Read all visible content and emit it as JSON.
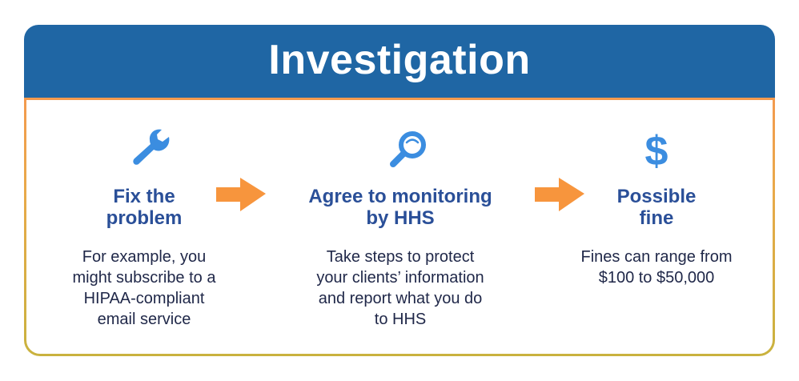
{
  "header": {
    "title": "Investigation"
  },
  "colors": {
    "header_bg": "#1f66a4",
    "title_text": "#ffffff",
    "step_title": "#2a4f98",
    "body_text": "#1f2748",
    "icon_blue": "#3b8de0",
    "arrow_orange": "#f7953d",
    "border_top": "#f39a4e",
    "border_bottom": "#c9b23e"
  },
  "steps": [
    {
      "icon": "wrench-icon",
      "title": "Fix the\nproblem",
      "description": "For example, you\nmight subscribe to a\nHIPAA-compliant\nemail service"
    },
    {
      "icon": "magnifying-glass-icon",
      "title": "Agree to monitoring\nby HHS",
      "description": "Take steps to protect\nyour clients’ information\nand report what you do\nto HHS"
    },
    {
      "icon": "dollar-sign-icon",
      "title": "Possible\nfine",
      "description": "Fines can range from\n$100 to $50,000"
    }
  ],
  "arrows": [
    {
      "icon": "right-arrow-icon"
    },
    {
      "icon": "right-arrow-icon"
    }
  ]
}
